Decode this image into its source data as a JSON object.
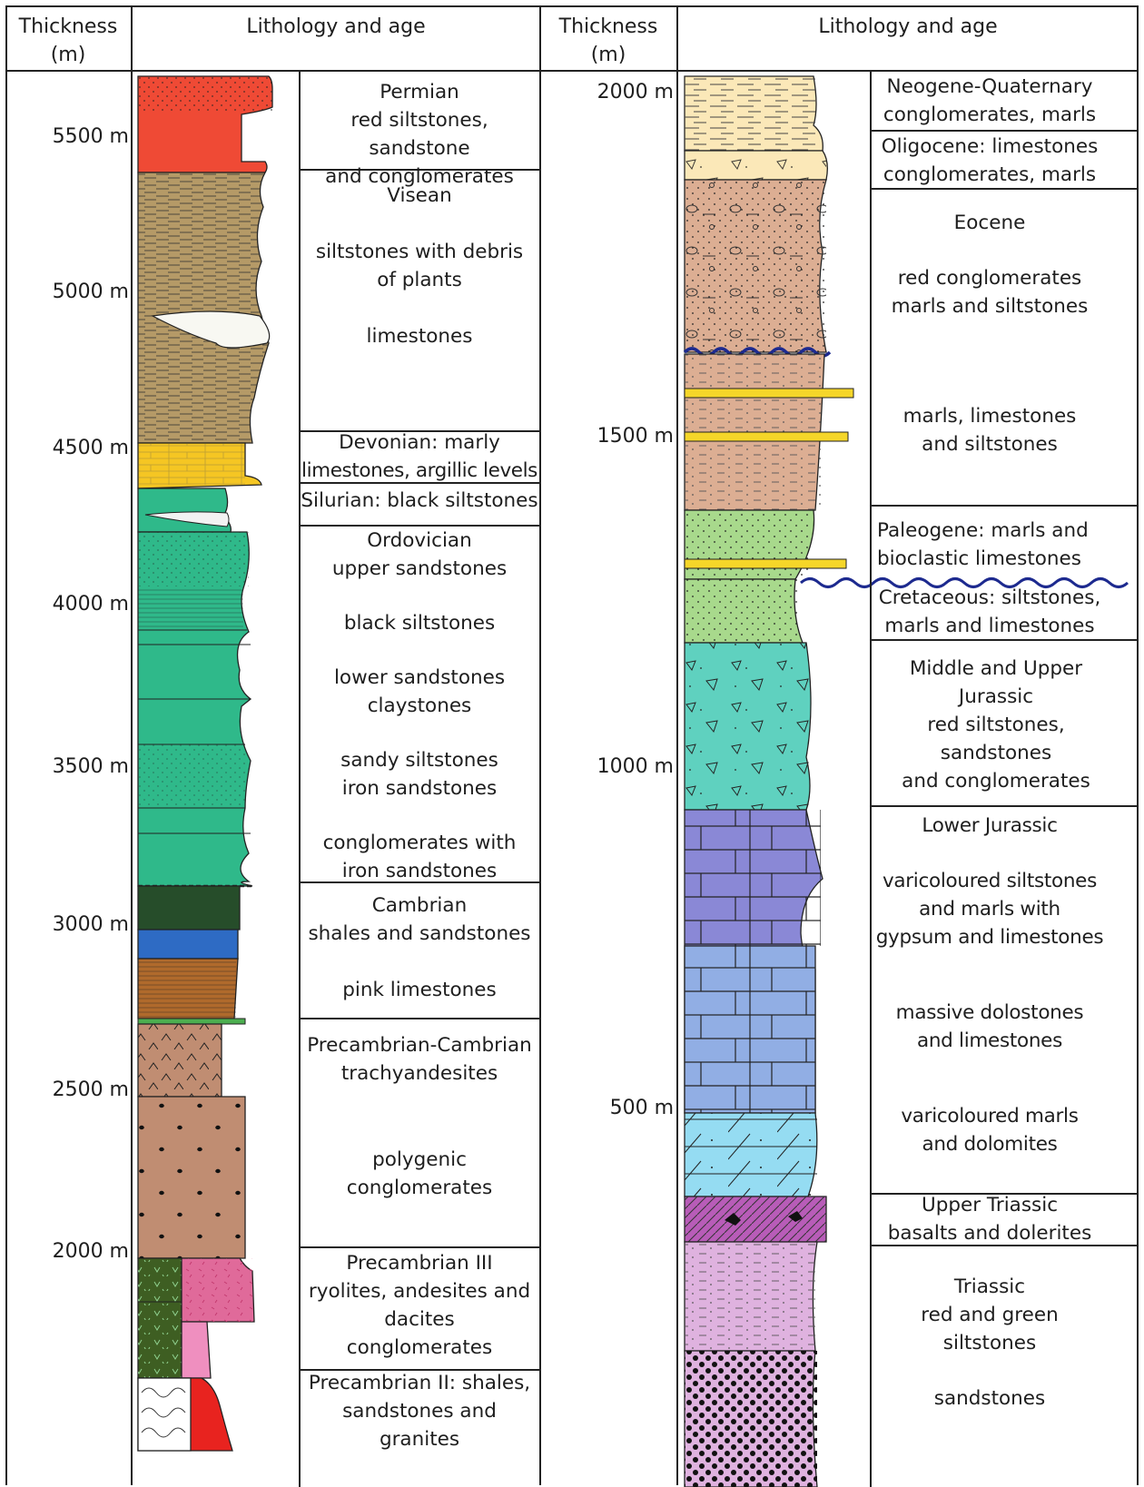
{
  "header": {
    "thickness_label_1": "Thickness",
    "thickness_unit_1": "(m)",
    "lithology_label_1": "Lithology and age",
    "thickness_label_2": "Thickness",
    "thickness_unit_2": "(m)",
    "lithology_label_2": "Lithology and age"
  },
  "left_column": {
    "depth_labels": [
      "5500 m",
      "5000 m",
      "4500 m",
      "4000 m",
      "3500 m",
      "3000 m",
      "2500 m",
      "2000 m"
    ],
    "units": [
      {
        "lines": [
          "Permian",
          "red siltstones, sandstone",
          "and conglomerates"
        ]
      },
      {
        "lines": [
          "Visean",
          "",
          "siltstones with debris",
          "of plants",
          "",
          "limestones"
        ]
      },
      {
        "lines": [
          "Devonian: marly",
          "limestones, argillic levels"
        ]
      },
      {
        "lines": [
          "Silurian: black siltstones"
        ]
      },
      {
        "lines": [
          "Ordovician",
          "upper sandstones",
          "",
          "black siltstones",
          "",
          "lower sandstones",
          "claystones",
          "",
          "sandy siltstones",
          "iron sandstones",
          "",
          "conglomerates with",
          "iron sandstones"
        ]
      },
      {
        "lines": [
          "Cambrian",
          "shales and sandstones",
          "",
          "pink limestones"
        ]
      },
      {
        "lines": [
          "Precambrian-Cambrian",
          "trachyandesites",
          "",
          "",
          "polygenic conglomerates"
        ]
      },
      {
        "lines": [
          "Precambrian III",
          "ryolites, andesites and",
          "dacites",
          "conglomerates"
        ]
      },
      {
        "lines": [
          "Precambrian II: shales,",
          "sandstones and granites"
        ]
      }
    ]
  },
  "right_column": {
    "depth_labels": [
      "2000 m",
      "1500 m",
      "1000 m",
      "500 m"
    ],
    "units": [
      {
        "lines": [
          "Neogene-Quaternary",
          "conglomerates, marls"
        ]
      },
      {
        "lines": [
          "Oligocene: limestones",
          "conglomerates, marls"
        ]
      },
      {
        "lines": [
          "Eocene",
          "",
          "red conglomerates",
          "marls and siltstones",
          "",
          "",
          "",
          "marls, limestones",
          "and siltstones"
        ]
      },
      {
        "lines": [
          "Paleogene: marls and",
          "bioclastic limestones"
        ]
      },
      {
        "lines": [
          "Cretaceous: siltstones,",
          "marls and limestones"
        ]
      },
      {
        "lines": [
          "Middle and Upper",
          "Jurassic",
          "red siltstones,",
          "sandstones",
          "and conglomerates"
        ]
      },
      {
        "lines": [
          "Lower Jurassic",
          "",
          "varicoloured siltstones",
          "and marls with",
          "gypsum  and limestones",
          "",
          "",
          "massive dolostones",
          "and limestones",
          "",
          "",
          "varicoloured marls",
          "and dolomites"
        ]
      },
      {
        "lines": [
          "Upper Triassic",
          "basalts and dolerites"
        ]
      },
      {
        "lines": [
          "Triassic",
          "red and green",
          "siltstones",
          "",
          "sandstones"
        ]
      }
    ]
  },
  "colors": {
    "permian_red": "#ef4a35",
    "visean_khaki": "#b59a67",
    "devonian_yellow": "#f5c623",
    "ordovician_green": "#2fb98a",
    "cambrian_dark": "#264d2a",
    "cambrian_blue": "#2e6bc4",
    "cambrian_brown": "#b06a2c",
    "precambrian_tan": "#c08d72",
    "precambrian_pink": "#e06a9a",
    "precambrian_red": "#e8231f",
    "neogene_cream": "#fbe8b8",
    "eocene_tan": "#dcae93",
    "paleogene_green": "#a8d98c",
    "jurassic_teal": "#5fd1bf",
    "lower_jurassic_purple": "#8a88d6",
    "dolostone_blue": "#91aee4",
    "marl_lightblue": "#95dcf2",
    "triassic_magenta": "#b85cb8",
    "triassic_pink": "#dfb2df",
    "unconformity_navy": "#1d2a8f"
  }
}
